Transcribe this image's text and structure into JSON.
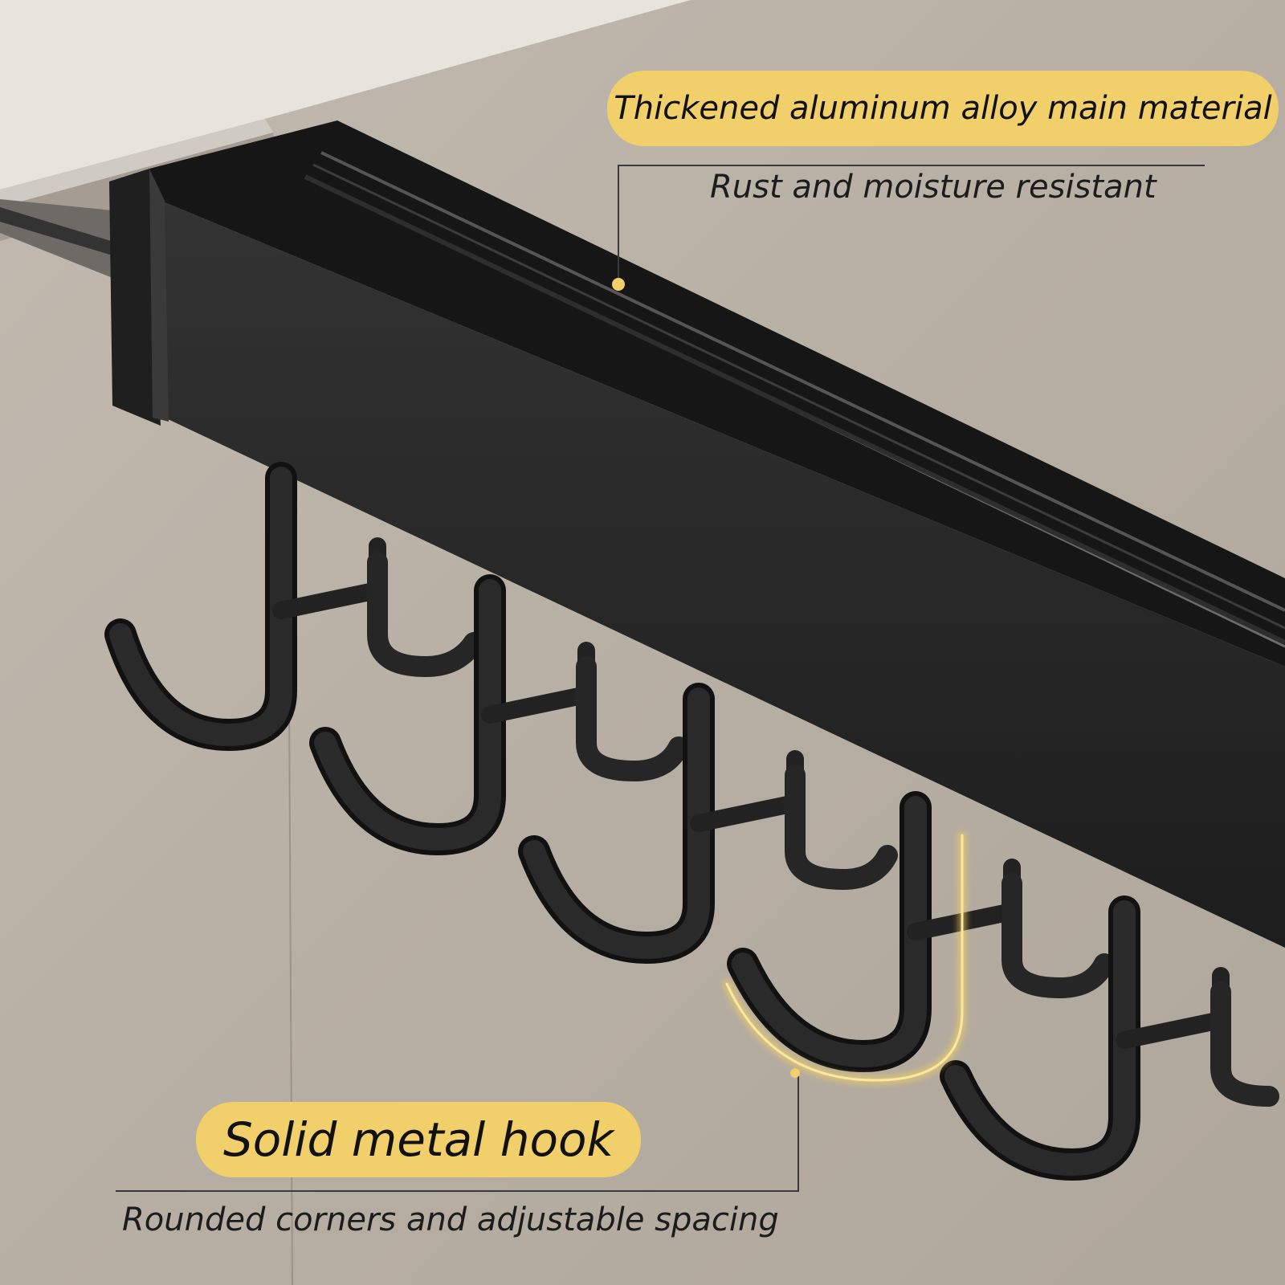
{
  "callouts": {
    "top": {
      "title": "Thickened aluminum alloy main material",
      "subtitle": "Rust and moisture resistant"
    },
    "bottom": {
      "title": "Solid metal hook",
      "subtitle": "Rounded corners and adjustable spacing"
    }
  },
  "colors": {
    "wall": "#b9b0a6",
    "shelf": "#e6e2dc",
    "rail": "#242424",
    "hook": "#1e1e1e",
    "accent": "#f1cf6a",
    "glow": "#f5d55a"
  }
}
